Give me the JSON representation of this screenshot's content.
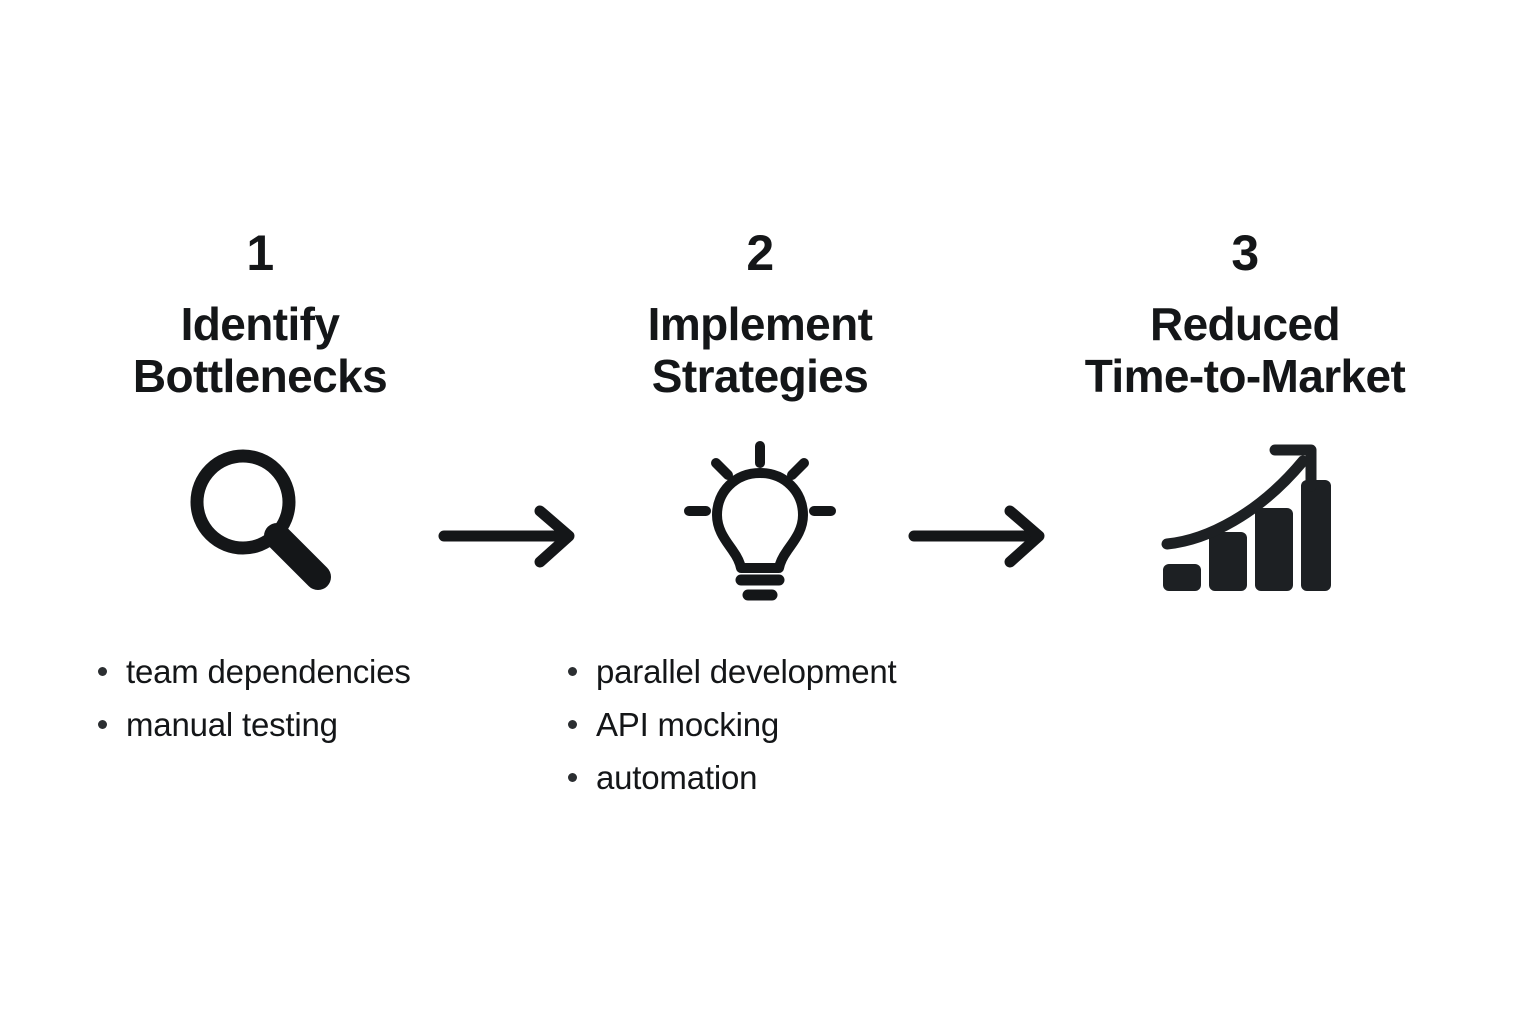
{
  "page": {
    "background": "#ffffff",
    "ink": "#141618",
    "bullet_color": "#2b2e31"
  },
  "steps": [
    {
      "number": "1",
      "title": "Identify\nBottlenecks",
      "icon": "magnifying-glass-icon",
      "bullets": [
        "team dependencies",
        "manual testing"
      ]
    },
    {
      "number": "2",
      "title": "Implement\nStrategies",
      "icon": "lightbulb-icon",
      "bullets": [
        "parallel development",
        "API mocking",
        "automation"
      ]
    },
    {
      "number": "3",
      "title": "Reduced\nTime-to-Market",
      "icon": "growth-chart-icon",
      "bullets": []
    }
  ],
  "connectors": [
    {
      "icon": "arrow-right-icon",
      "from": "1",
      "to": "2"
    },
    {
      "icon": "arrow-right-icon",
      "from": "2",
      "to": "3"
    }
  ]
}
